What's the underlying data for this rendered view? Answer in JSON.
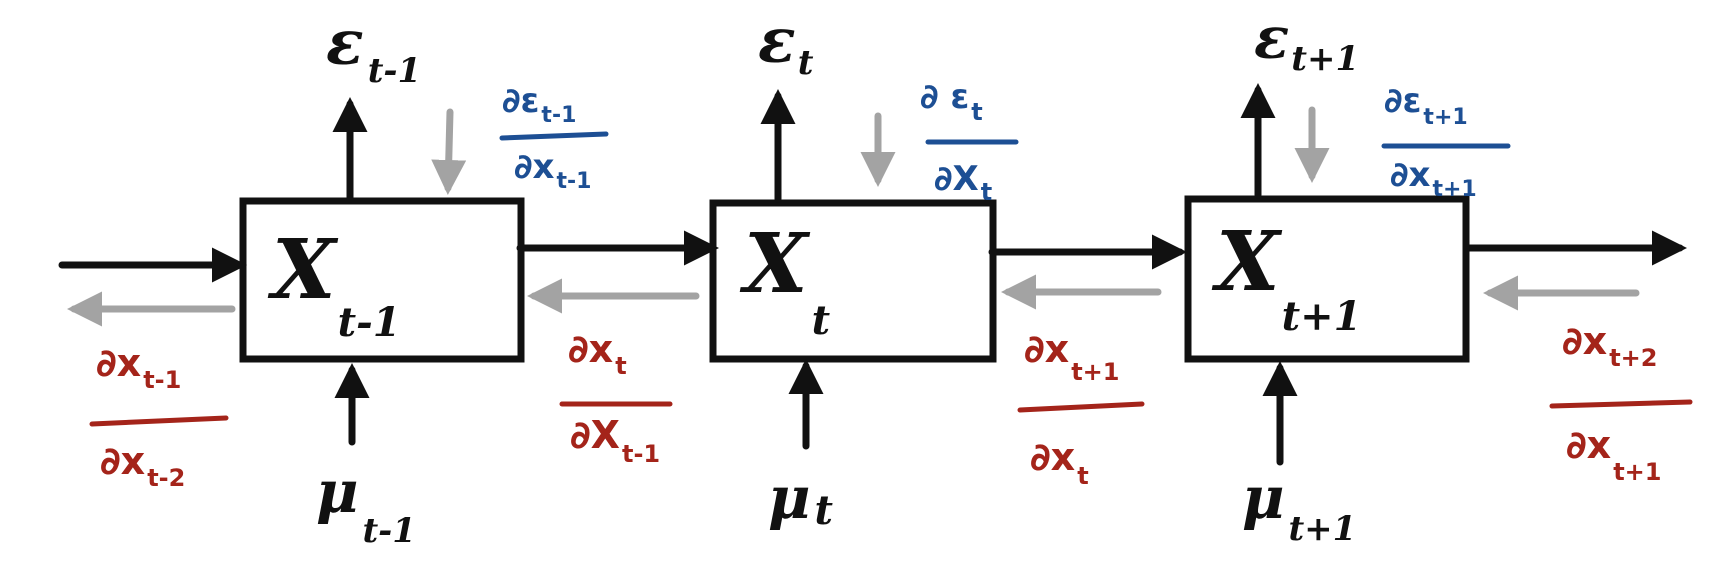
{
  "colors": {
    "ink": "#111111",
    "gradient_back": "#a3a3a3",
    "epsilon_partial": "#1d4f94",
    "state_partial": "#a4241a"
  },
  "blocks": [
    {
      "symbol": "X",
      "subscript": "t-1",
      "epsilon": "ε",
      "epsilon_sub": "t-1",
      "mu": "μ",
      "mu_sub": "t-1"
    },
    {
      "symbol": "X",
      "subscript": "t",
      "epsilon": "ε",
      "epsilon_sub": "t",
      "mu": "μ",
      "mu_sub": "t"
    },
    {
      "symbol": "X",
      "subscript": "t+1",
      "epsilon": "ε",
      "epsilon_sub": "t+1",
      "mu": "μ",
      "mu_sub": "t+1"
    }
  ],
  "epsilon_partials": [
    {
      "num": "∂ε",
      "num_sub": "t-1",
      "den": "∂x",
      "den_sub": "t-1"
    },
    {
      "num": "∂ ε",
      "num_sub": "t",
      "den": "∂X",
      "den_sub": "t"
    },
    {
      "num": "∂ε",
      "num_sub": "t+1",
      "den": "∂x",
      "den_sub": "t+1"
    }
  ],
  "state_partials": [
    {
      "num": "∂x",
      "num_sub": "t-1",
      "den": "∂x",
      "den_sub": "t-2"
    },
    {
      "num": "∂x",
      "num_sub": "t",
      "den": "∂X",
      "den_sub": "t-1"
    },
    {
      "num": "∂x",
      "num_sub": "t+1",
      "den": "∂x",
      "den_sub": "t"
    },
    {
      "num": "∂x",
      "num_sub": "t+2",
      "den": "∂x",
      "den_sub": "t+1"
    }
  ]
}
